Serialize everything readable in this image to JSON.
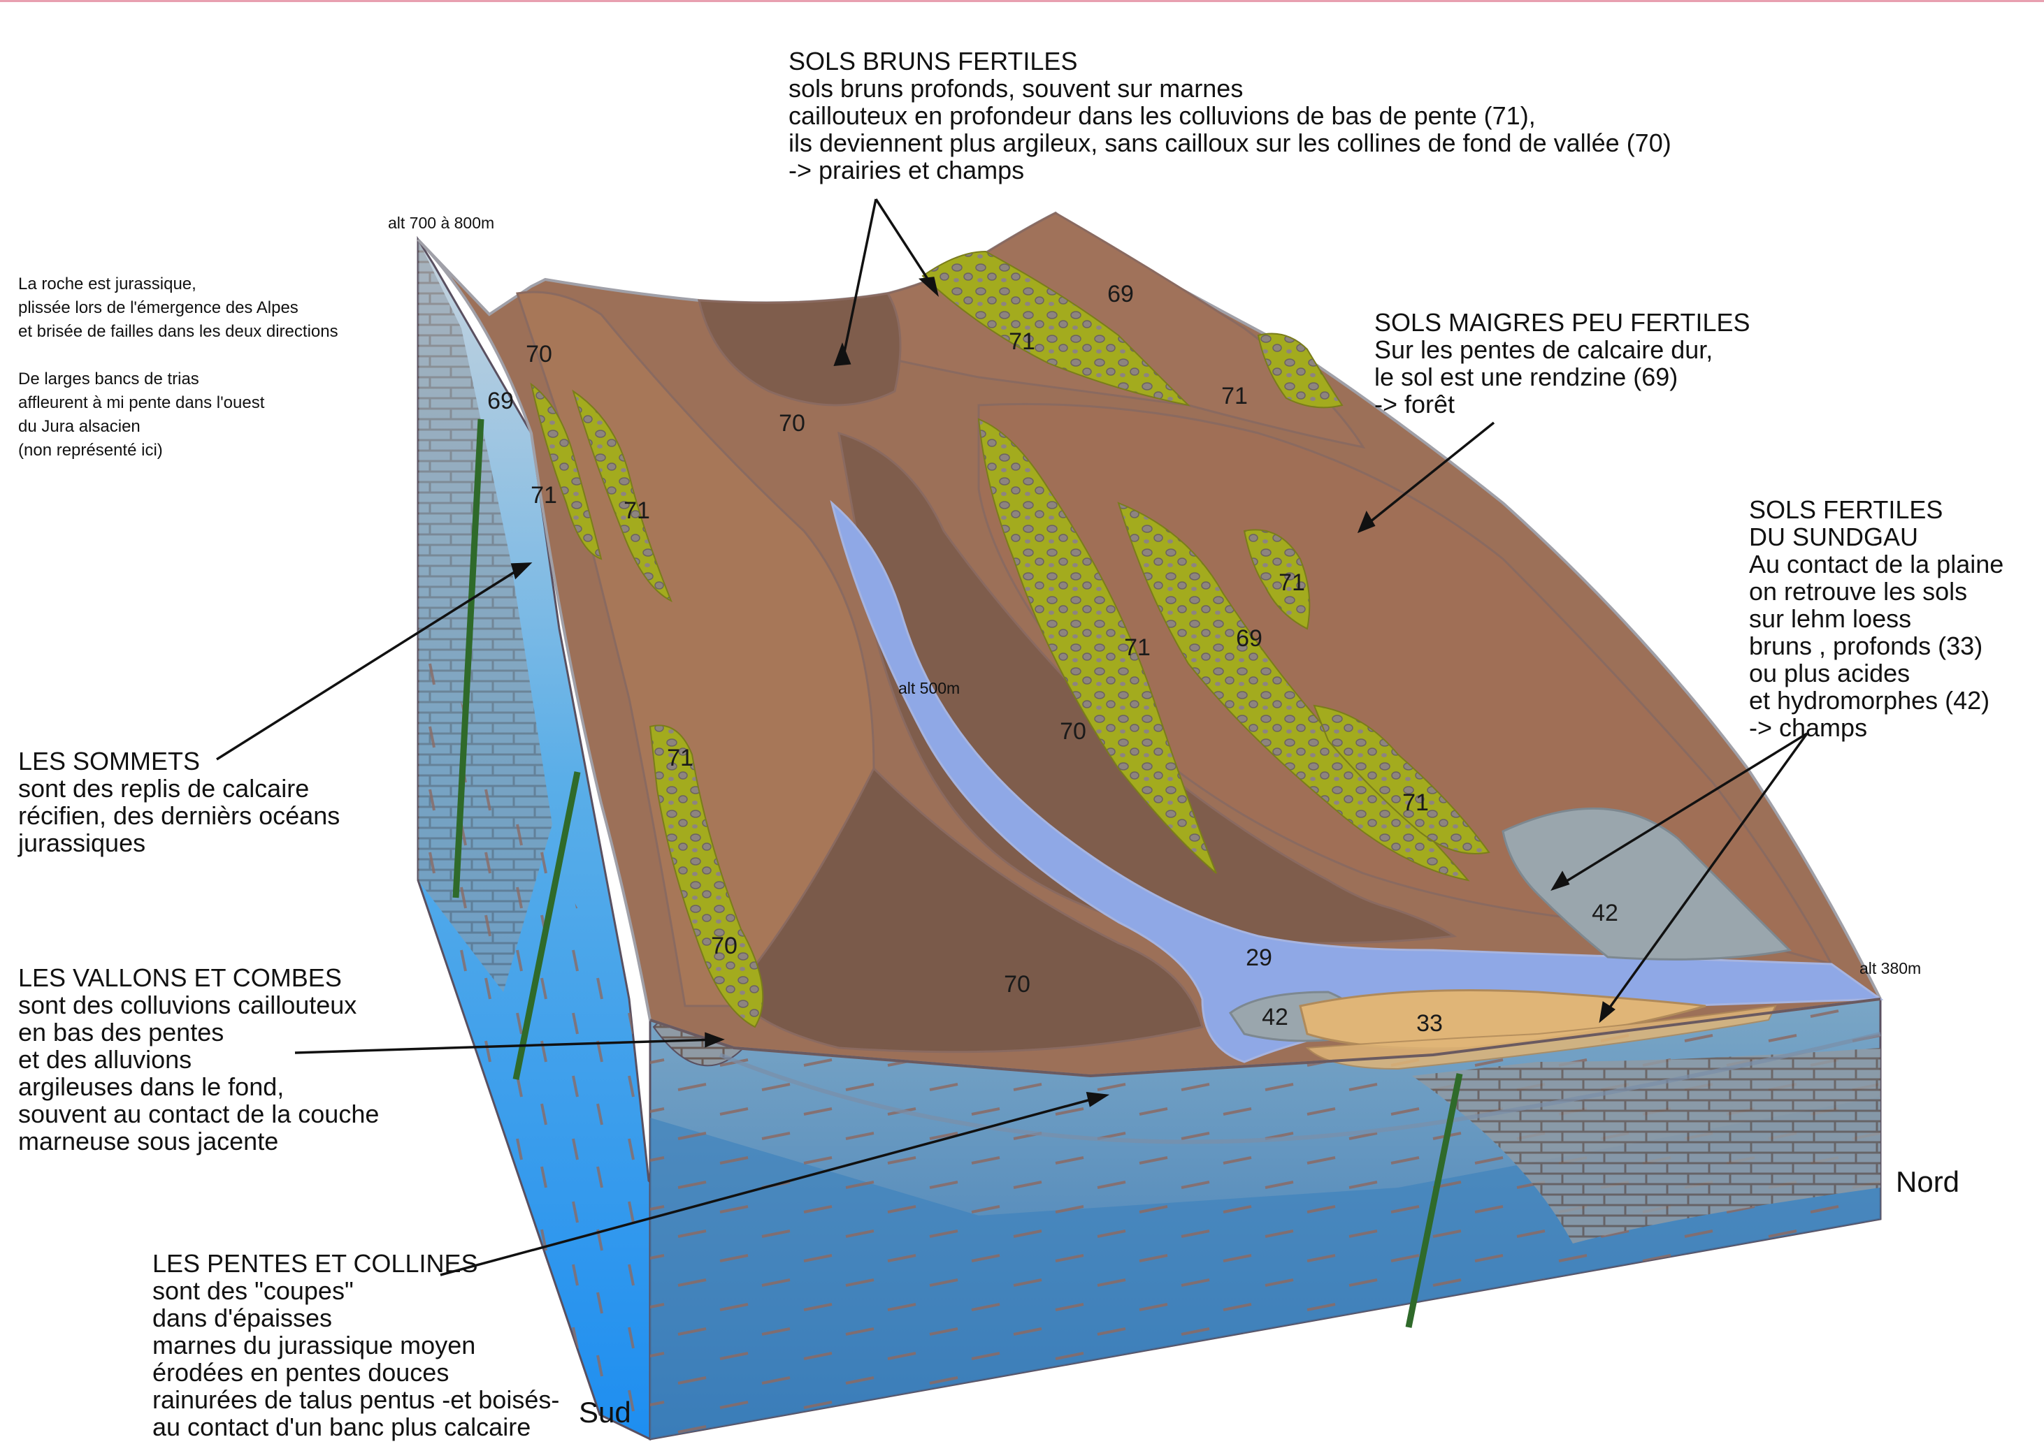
{
  "annotations": {
    "rock_note": "La roche est jurassique,\nplissée lors de l'émergence des Alpes\net brisée de failles dans les deux directions\n\nDe larges bancs de trias\naffleurent à mi pente dans l'ouest\ndu Jura alsacien\n(non représenté ici)",
    "sols_bruns": "SOLS BRUNS FERTILES\nsols bruns profonds, souvent sur marnes\ncaillouteux en profondeur dans les colluvions de bas de pente (71),\nils deviennent plus argileux, sans cailloux sur les collines de fond de vallée (70)\n-> prairies et champs",
    "sols_maigres": "SOLS MAIGRES PEU FERTILES\nSur les pentes de calcaire dur,\nle sol est une rendzine (69)\n-> forêt",
    "sols_sundgau": "SOLS FERTILES\nDU SUNDGAU\nAu contact de la plaine\non retrouve les sols\nsur lehm loess\nbruns , profonds (33)\nou plus acides\net hydromorphes (42)\n-> champs",
    "sommets": "LES SOMMETS\nsont des replis de calcaire\nrécifien, des dernièrs océans\njurassiques",
    "vallons": "LES VALLONS ET COMBES\nsont des colluvions caillouteux\nen bas des pentes\net des alluvions\nargileuses dans le fond,\nsouvent au contact de la couche\nmarneuse sous jacente",
    "pentes": "LES PENTES ET COLLINES\nsont des \"coupes\"\ndans d'épaisses\nmarnes du jurassique moyen\nérodées en pentes douces\nrainurées de talus pentus -et boisés-\nau contact d'un banc plus calcaire"
  },
  "altitudes": {
    "summit": "alt 700 à 800m",
    "mid": "alt 500m",
    "plain": "alt 380m"
  },
  "directions": {
    "south": "Sud",
    "north": "Nord"
  },
  "soil_labels": {
    "s69_ridge": "69",
    "s69_left": "69",
    "s69_center": "69",
    "s70_left": "70",
    "s70_top": "70",
    "s70_center": "70",
    "s70_small": "70",
    "s70_bottom": "70",
    "s71_ridge": "71",
    "s71_right": "71",
    "s71_left_a": "71",
    "s71_left_b": "71",
    "s71_mid_a": "71",
    "s71_mid_b": "71",
    "s71_mid_c": "71",
    "s71_low": "71",
    "s42_right": "42",
    "s42_low": "42",
    "s29": "29",
    "s33": "33"
  },
  "colors": {
    "brown_light": "#a9745a",
    "brown_dark": "#7d5c4a",
    "olive": "#a3ab1e",
    "river": "#8fa8e6",
    "blue_deep": "#2e8ee8",
    "blue_face": "#5a9ac8",
    "grey_42": "#9aa6ad",
    "tan_33": "#e0b577",
    "fault": "#2f6a2a"
  }
}
